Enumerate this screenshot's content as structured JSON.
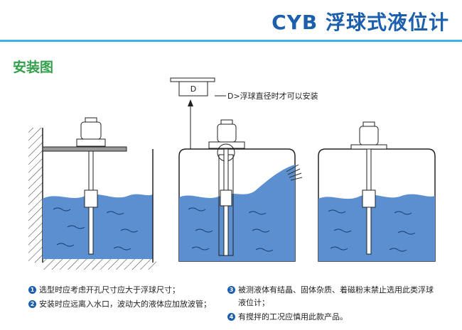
{
  "header": {
    "title": "CYB 浮球式液位计"
  },
  "section": {
    "title": "安装图"
  },
  "diagram": {
    "flange_label": "D",
    "note": "D>浮球直径时才可以安装"
  },
  "notes": [
    {
      "num": "1",
      "text": "选型时应考虑开孔尺寸应大于浮球尺寸；"
    },
    {
      "num": "2",
      "text": "安装时应远离入水口，波动大的液体应加放波管；"
    },
    {
      "num": "3",
      "text": "被测液体有结晶、固体杂质、着磁粉末禁止选用此类浮球"
    },
    {
      "num": "",
      "text": "液位计；"
    },
    {
      "num": "4",
      "text": "有搅拌的工况应慎用此款产品。"
    }
  ],
  "colors": {
    "title": "#1c5fad",
    "section": "#31a04b",
    "liquid": "#5b8fd0",
    "rule": "#3bb3e6"
  }
}
